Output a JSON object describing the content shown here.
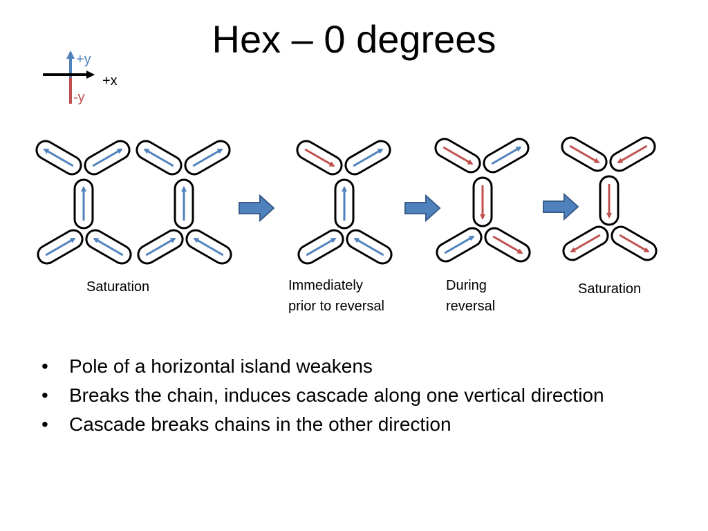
{
  "title": "Hex – 0 degrees",
  "axes": {
    "plus_y": "+y",
    "plus_x": "+x",
    "minus_y": "-y",
    "colors": {
      "blue": "#4f81bd",
      "red": "#c0504d",
      "black": "#000000"
    }
  },
  "colors": {
    "blue_arrow": "#4f81bd",
    "red_arrow": "#c0504d",
    "transition_arrow_fill": "#4f81bd",
    "transition_arrow_stroke": "#385d8a",
    "island_outline": "#000000"
  },
  "panels": [
    {
      "caption_lines": [
        "Saturation"
      ],
      "islands": {
        "top_left": "blue",
        "top_right": "blue",
        "vertical": "blue",
        "bottom_left": "blue",
        "bottom_right": "blue"
      }
    },
    {
      "caption_lines": [
        "Saturation"
      ],
      "islands": {
        "top_left": "blue",
        "top_right": "blue",
        "vertical": "blue",
        "bottom_left": "blue",
        "bottom_right": "blue"
      }
    },
    {
      "caption_lines": [
        "Immediately",
        "prior to reversal"
      ],
      "islands": {
        "top_left": "red",
        "top_right": "blue",
        "vertical": "blue",
        "bottom_left": "blue",
        "bottom_right": "blue"
      }
    },
    {
      "caption_lines": [
        "During",
        "reversal"
      ],
      "islands": {
        "top_left": "red",
        "top_right": "blue",
        "vertical": "red",
        "bottom_left": "blue",
        "bottom_right": "red"
      }
    },
    {
      "caption_lines": [
        "Saturation"
      ],
      "islands": {
        "top_left": "red",
        "top_right": "red",
        "vertical": "red",
        "bottom_left": "red",
        "bottom_right": "red"
      }
    }
  ],
  "captions": {
    "saturation_first": [
      "Saturation"
    ],
    "immediately_prior": [
      "Immediately",
      "prior to reversal"
    ],
    "during_reversal": [
      "During",
      "reversal"
    ],
    "saturation_last": [
      "Saturation"
    ]
  },
  "bullets": [
    "Pole of a horizontal island weakens",
    "Breaks the chain, induces cascade along one vertical direction",
    "Cascade breaks chains in the other direction"
  ],
  "bullet_symbol": "•"
}
